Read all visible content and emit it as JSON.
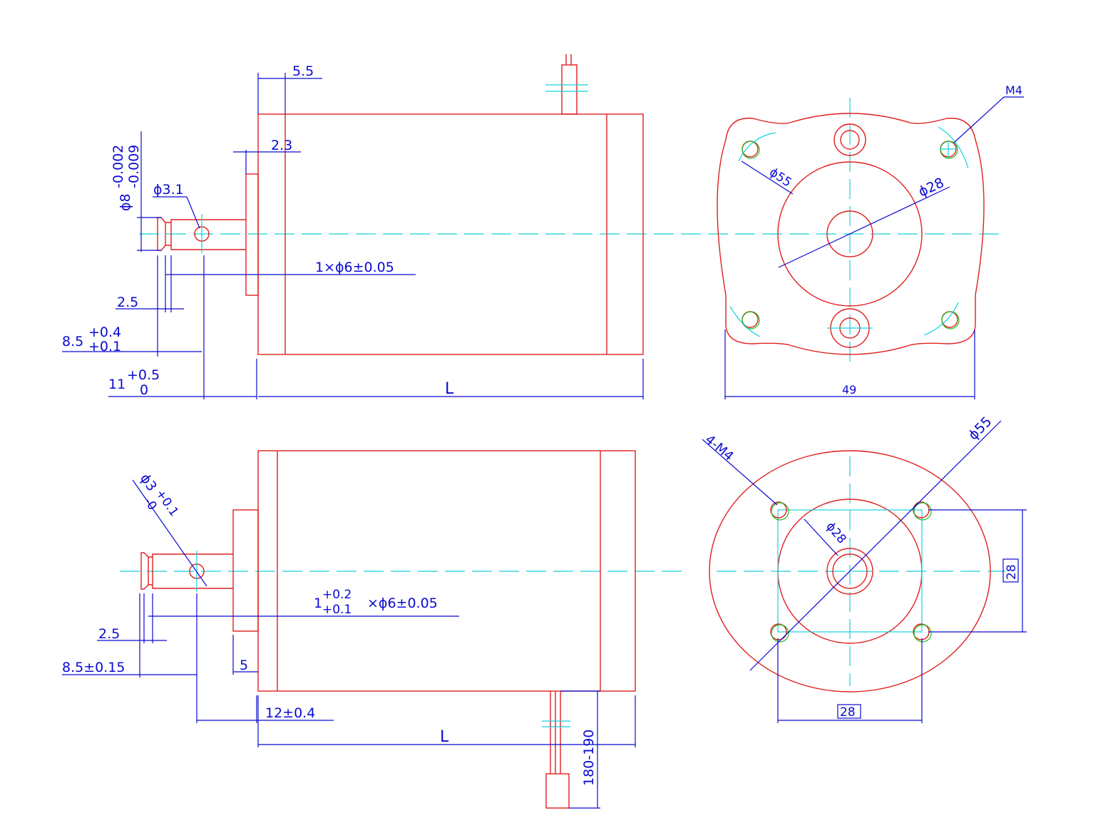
{
  "colors": {
    "outline": "#e0201e",
    "dimension": "#0a0ad2",
    "centerline": "#14d2dc",
    "thread": "#22bb22"
  },
  "top_view": {
    "flange_thickness": "5.5",
    "boss_step": "2.3",
    "shaft_dia": "ϕ8",
    "shaft_tol_upper": "-0.002",
    "shaft_tol_lower": "-0.009",
    "pin_hole": "ϕ3.1",
    "pin": "1×ϕ6±0.05",
    "groove_width": "2.5",
    "groove_pos": "8.5",
    "groove_pos_tol_upper": "+0.4",
    "groove_pos_tol_lower": "+0.1",
    "shaft_length": "11",
    "shaft_length_tol_upper": "+0.5",
    "shaft_length_tol_lower": "0",
    "body_length": "L"
  },
  "top_end_view": {
    "thread": "M4",
    "bolt_circle": "ϕ55",
    "pilot_dia": "ϕ28",
    "width": "49"
  },
  "bottom_view": {
    "hole_dia": "ϕ3",
    "hole_tol_upper": "+0.1",
    "hole_tol_lower": "-0",
    "pin_len": "1",
    "pin_len_tol_upper": "+0.2",
    "pin_len_tol_lower": "+0.1",
    "pin_suffix": "×ϕ6±0.05",
    "groove_width": "2.5",
    "groove_pos": "8.5±0.15",
    "boss": "5",
    "shaft_length": "12±0.4",
    "body_length": "L",
    "lead_length": "180-190"
  },
  "bottom_end_view": {
    "thread": "4-M4",
    "outer_dia": "ϕ55",
    "pilot_dia": "ϕ28",
    "hole_spacing_x": "28",
    "hole_spacing_y": "28"
  }
}
